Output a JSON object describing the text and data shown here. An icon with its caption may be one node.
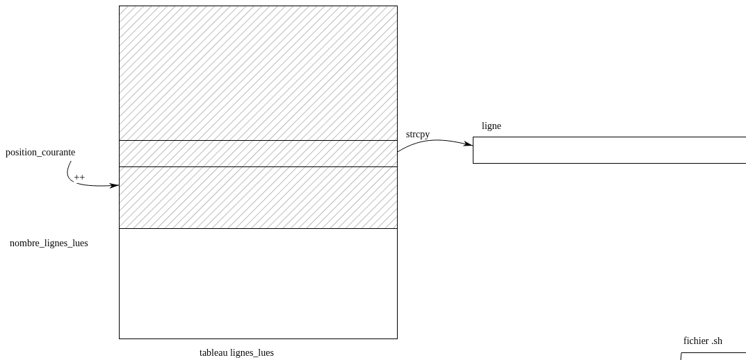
{
  "diagram": {
    "nodes": [
      {
        "text": [
          "tableau lignes_lues"
        ]
      },
      {
        "text": [],
        "shape": "box",
        "in": 0
      },
      {
        "text": [
          "position_courante"
        ]
      },
      {
        "text": [
          "ligne"
        ]
      },
      {
        "text": [
          "fichier .sh"
        ]
      }
    ],
    "edges": [
      {
        "from": 1,
        "to": 3,
        "arrow": "to",
        "label": "strcpy"
      },
      {
        "from": 2,
        "to": 0,
        "arrow": "to",
        "label": "++"
      }
    ],
    "labels": [
      "nombre_lignes_lues"
    ]
  }
}
